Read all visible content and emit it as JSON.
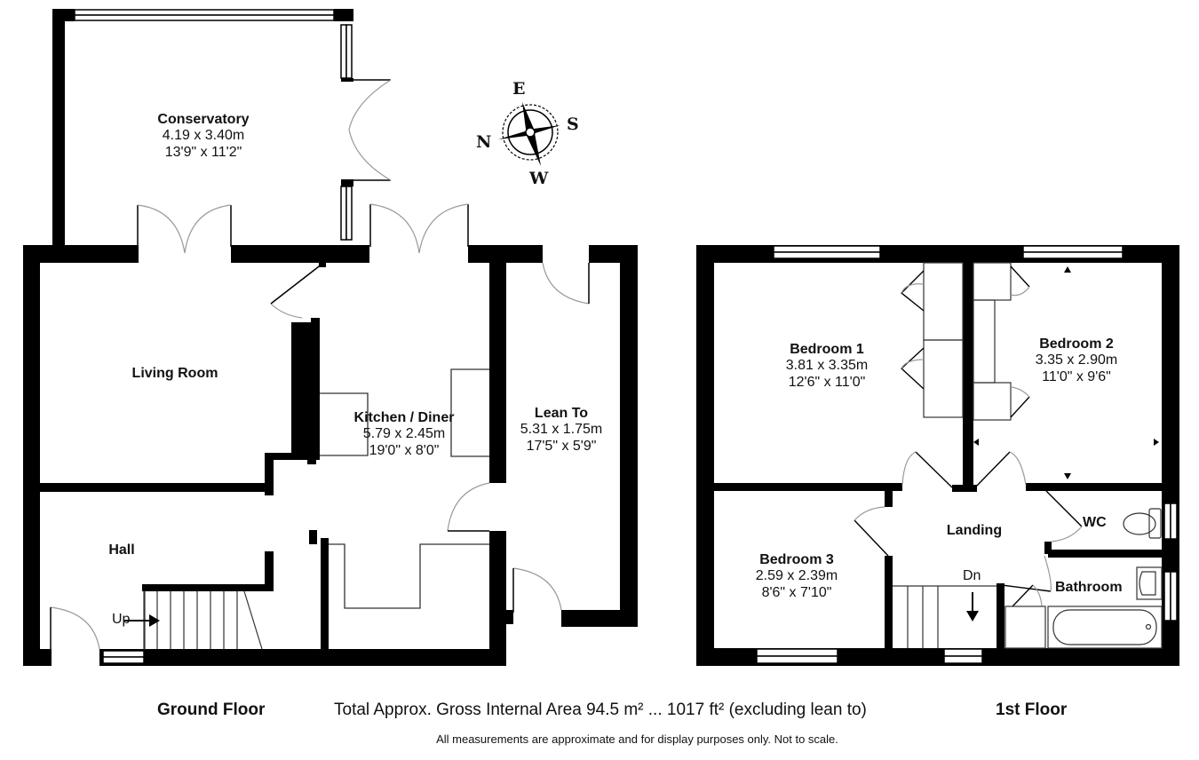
{
  "floors": {
    "ground": {
      "label": "Ground Floor",
      "rooms": [
        {
          "name": "Conservatory",
          "metric": "4.19 x 3.40m",
          "imperial": "13'9\" x 11'2\""
        },
        {
          "name": "Living Room"
        },
        {
          "name": "Kitchen / Diner",
          "metric": "5.79 x 2.45m",
          "imperial": "19'0\" x 8'0\""
        },
        {
          "name": "Lean To",
          "metric": "5.31 x 1.75m",
          "imperial": "17'5\" x 5'9\""
        },
        {
          "name": "Hall"
        }
      ],
      "stairs_label": "Up"
    },
    "first": {
      "label": "1st Floor",
      "rooms": [
        {
          "name": "Bedroom 1",
          "metric": "3.81 x 3.35m",
          "imperial": "12'6\" x 11'0\""
        },
        {
          "name": "Bedroom 2",
          "metric": "3.35 x 2.90m",
          "imperial": "11'0\" x 9'6\""
        },
        {
          "name": "Bedroom 3",
          "metric": "2.59 x 2.39m",
          "imperial": "8'6\" x 7'10\""
        },
        {
          "name": "Landing"
        },
        {
          "name": "WC"
        },
        {
          "name": "Bathroom"
        }
      ],
      "stairs_label": "Dn"
    }
  },
  "compass": {
    "top": "E",
    "right": "S",
    "bottom": "W",
    "left": "N"
  },
  "footer": {
    "total_area": "Total Approx. Gross Internal Area 94.5 m² ... 1017 ft² (excluding lean to)",
    "disclaimer": "All measurements are approximate and for display purposes only. Not to scale."
  },
  "colors": {
    "wall": "#000000",
    "line": "#333333",
    "door_arc": "#999999",
    "background": "#ffffff"
  }
}
